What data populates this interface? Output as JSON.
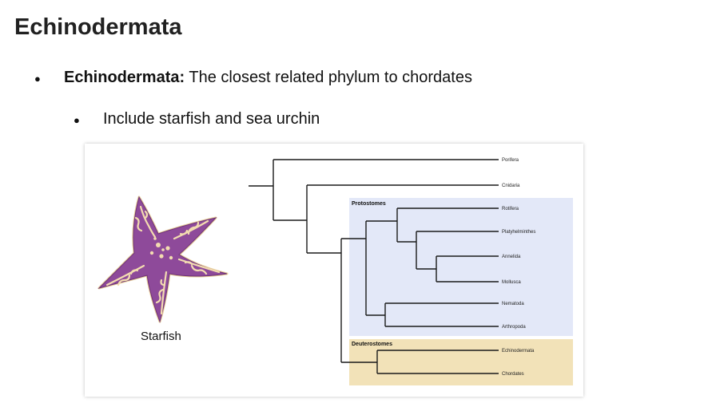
{
  "slide": {
    "title": "Echinodermata"
  },
  "bullets": {
    "main_term": "Echinodermata:",
    "main_text": " The closest related phylum to chordates",
    "sub_text": "Include starfish and sea urchin",
    "dot": "●"
  },
  "figure": {
    "starfish_caption": "Starfish",
    "groups": {
      "protostomes": "Protostomes",
      "deuterostomes": "Deuterostomes"
    },
    "taxa": {
      "porifera": "Porifera",
      "cnidaria": "Cnidaria",
      "rotifera": "Rotifera",
      "platyhelminthes": "Platyhelminthes",
      "annelida": "Annelida",
      "mollusca": "Mollusca",
      "nematoda": "Nematoda",
      "arthropoda": "Arthropoda",
      "echinodermata": "Echinodermata",
      "chordates": "Chordates"
    },
    "colors": {
      "protostome_bg": "#e3e8f8",
      "deuterostome_bg": "#f2e2b8",
      "starfish": "#8e4a9a",
      "starfish_pattern": "#f3dcb0"
    }
  }
}
